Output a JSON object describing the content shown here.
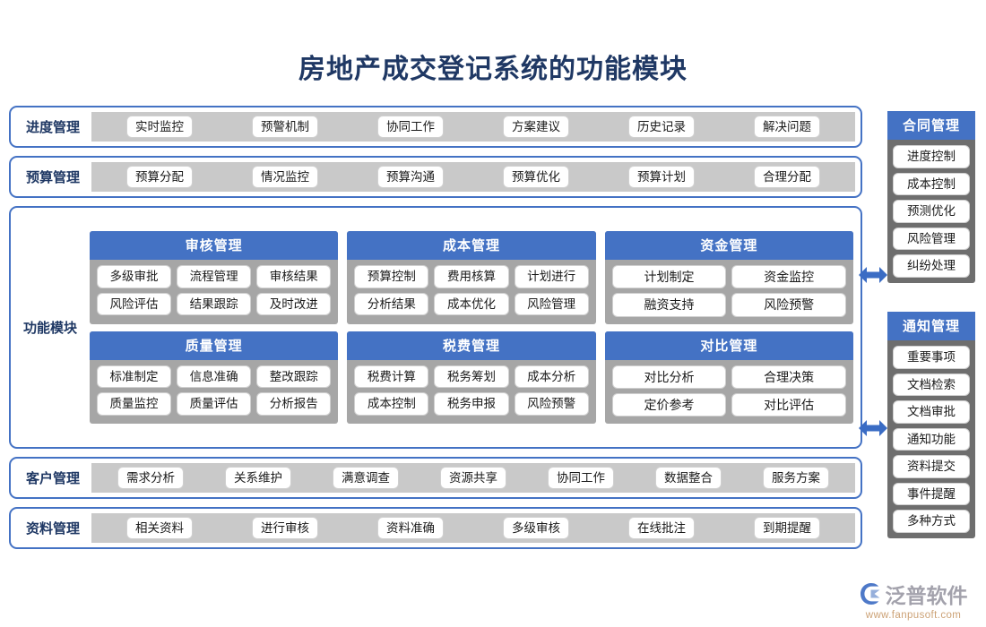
{
  "title": "房地产成交登记系统的功能模块",
  "rows_top": [
    {
      "label": "进度管理",
      "items": [
        "实时监控",
        "预警机制",
        "协同工作",
        "方案建议",
        "历史记录",
        "解决问题"
      ]
    },
    {
      "label": "预算管理",
      "items": [
        "预算分配",
        "情况监控",
        "预算沟通",
        "预算优化",
        "预算计划",
        "合理分配"
      ]
    }
  ],
  "function_module": {
    "label": "功能模块",
    "cards": [
      {
        "title": "审核管理",
        "rows": [
          [
            "多级审批",
            "流程管理",
            "审核结果"
          ],
          [
            "风险评估",
            "结果跟踪",
            "及时改进"
          ]
        ]
      },
      {
        "title": "成本管理",
        "rows": [
          [
            "预算控制",
            "费用核算",
            "计划进行"
          ],
          [
            "分析结果",
            "成本优化",
            "风险管理"
          ]
        ]
      },
      {
        "title": "资金管理",
        "rows": [
          [
            "计划制定",
            "资金监控"
          ],
          [
            "融资支持",
            "风险预警"
          ]
        ]
      },
      {
        "title": "质量管理",
        "rows": [
          [
            "标准制定",
            "信息准确",
            "整改跟踪"
          ],
          [
            "质量监控",
            "质量评估",
            "分析报告"
          ]
        ]
      },
      {
        "title": "税费管理",
        "rows": [
          [
            "税费计算",
            "税务筹划",
            "成本分析"
          ],
          [
            "成本控制",
            "税务申报",
            "风险预警"
          ]
        ]
      },
      {
        "title": "对比管理",
        "rows": [
          [
            "对比分析",
            "合理决策"
          ],
          [
            "定价参考",
            "对比评估"
          ]
        ]
      }
    ]
  },
  "rows_bottom": [
    {
      "label": "客户管理",
      "items": [
        "需求分析",
        "关系维护",
        "满意调查",
        "资源共享",
        "协同工作",
        "数据整合",
        "服务方案"
      ]
    },
    {
      "label": "资料管理",
      "items": [
        "相关资料",
        "进行审核",
        "资料准确",
        "多级审核",
        "在线批注",
        "到期提醒"
      ]
    }
  ],
  "side_panels": [
    {
      "title": "合同管理",
      "items": [
        "进度控制",
        "成本控制",
        "预测优化",
        "风险管理",
        "纠纷处理"
      ]
    },
    {
      "title": "通知管理",
      "items": [
        "重要事项",
        "文档检索",
        "文档审批",
        "通知功能",
        "资料提交",
        "事件提醒",
        "多种方式"
      ]
    }
  ],
  "logo": {
    "name": "泛普软件",
    "url": "www.fanpusoft.com"
  },
  "colors": {
    "header_blue": "#4472c4",
    "title_navy": "#1f3864",
    "card_grey": "#a6a6a6",
    "strip_grey": "#c9c9c9",
    "side_grey": "#6e6e6e",
    "arrow_blue": "#3a6cc4"
  }
}
